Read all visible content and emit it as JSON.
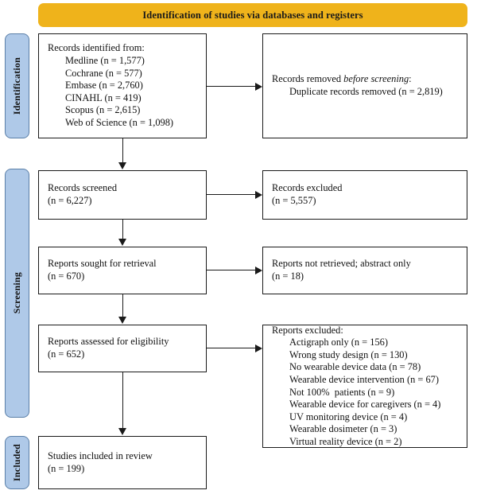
{
  "banner": {
    "title": "Identification of studies via databases and registers"
  },
  "stages": [
    {
      "id": "identification",
      "label": "Identification"
    },
    {
      "id": "screening",
      "label": "Screening"
    },
    {
      "id": "included",
      "label": "Included"
    }
  ],
  "colors": {
    "banner_fill": "#EFB31B",
    "stage_fill": "#AFC9E8",
    "stage_border": "#5A7FA8",
    "box_border": "#1A1A1A",
    "box_fill": "#FFFFFF",
    "text": "#111111"
  },
  "boxes": {
    "identified": {
      "heading": "Records identified from:",
      "items": [
        "Medline (n = 1,577)",
        "Cochrane (n = 577)",
        "Embase (n = 2,760)",
        "CINAHL (n = 419)",
        "Scopus (n = 2,615)",
        "Web of Science (n = 1,098)"
      ]
    },
    "removed": {
      "heading_pre": "Records removed ",
      "heading_italic": "before screening",
      "heading_post": ":",
      "items": [
        "Duplicate records removed (n = 2,819)"
      ]
    },
    "screened": {
      "label": "Records screened",
      "count": "(n = 6,227)"
    },
    "excluded": {
      "label": "Records excluded",
      "count": "(n = 5,557)"
    },
    "sought": {
      "label": "Reports sought for retrieval",
      "count": "(n = 670)"
    },
    "not_retrieved": {
      "label": "Reports not retrieved; abstract only",
      "count": "(n = 18)"
    },
    "assessed": {
      "label": "Reports assessed for eligibility",
      "count": "(n = 652)"
    },
    "reports_excluded": {
      "heading": "Reports excluded:",
      "items": [
        "Actigraph only (n = 156)",
        "Wrong study design (n = 130)",
        "No wearable device data (n = 78)",
        "Wearable device intervention (n = 67)",
        "Not 100%  patients (n = 9)",
        "Wearable device for caregivers (n = 4)",
        "UV monitoring device (n = 4)",
        "Wearable dosimeter (n = 3)",
        "Virtual reality device (n = 2)"
      ]
    },
    "included": {
      "label": "Studies included in review",
      "count": "(n = 199)"
    }
  }
}
